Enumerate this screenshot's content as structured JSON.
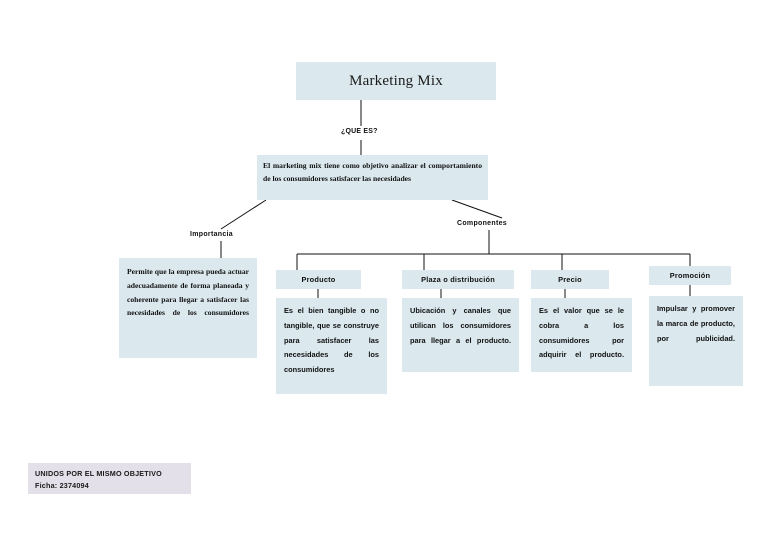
{
  "document": {
    "page_background": "#ffffff",
    "node_fill": "#dbe9ef",
    "footer_fill": "#e4e0e9",
    "connector_color": "#111111"
  },
  "title": {
    "text": "Marketing Mix"
  },
  "edges": {
    "que_es": "¿QUE ES?",
    "importancia": "Importancia",
    "componentes": "Componentes"
  },
  "definition": {
    "text": "El marketing mix tiene como objetivo analizar el comportamiento de los consumidores satisfacer las necesidades"
  },
  "importancia": {
    "body": "Permite que la empresa pueda actuar adecuadamente de forma planeada y coherente para llegar a satisfacer las necesidades de los consumidores"
  },
  "componentes": [
    {
      "key": "producto",
      "header": "Producto",
      "body": "Es el bien tangible o no tangible, que se construye para satisfacer las necesidades de los consumidores"
    },
    {
      "key": "plaza",
      "header": "Plaza o distribución",
      "body": "Ubicación y canales que utilican los consumidores para llegar a el producto."
    },
    {
      "key": "precio",
      "header": "Precio",
      "body": "Es el valor que se le cobra a los consumidores por adquirir el producto."
    },
    {
      "key": "promocion",
      "header": "Promoción",
      "body": "Impulsar y promover la marca de producto, por publicidad."
    }
  ],
  "footer": {
    "line1": "UNIDOS POR EL MISMO OBJETIVO",
    "line2": "Ficha: 2374094"
  }
}
